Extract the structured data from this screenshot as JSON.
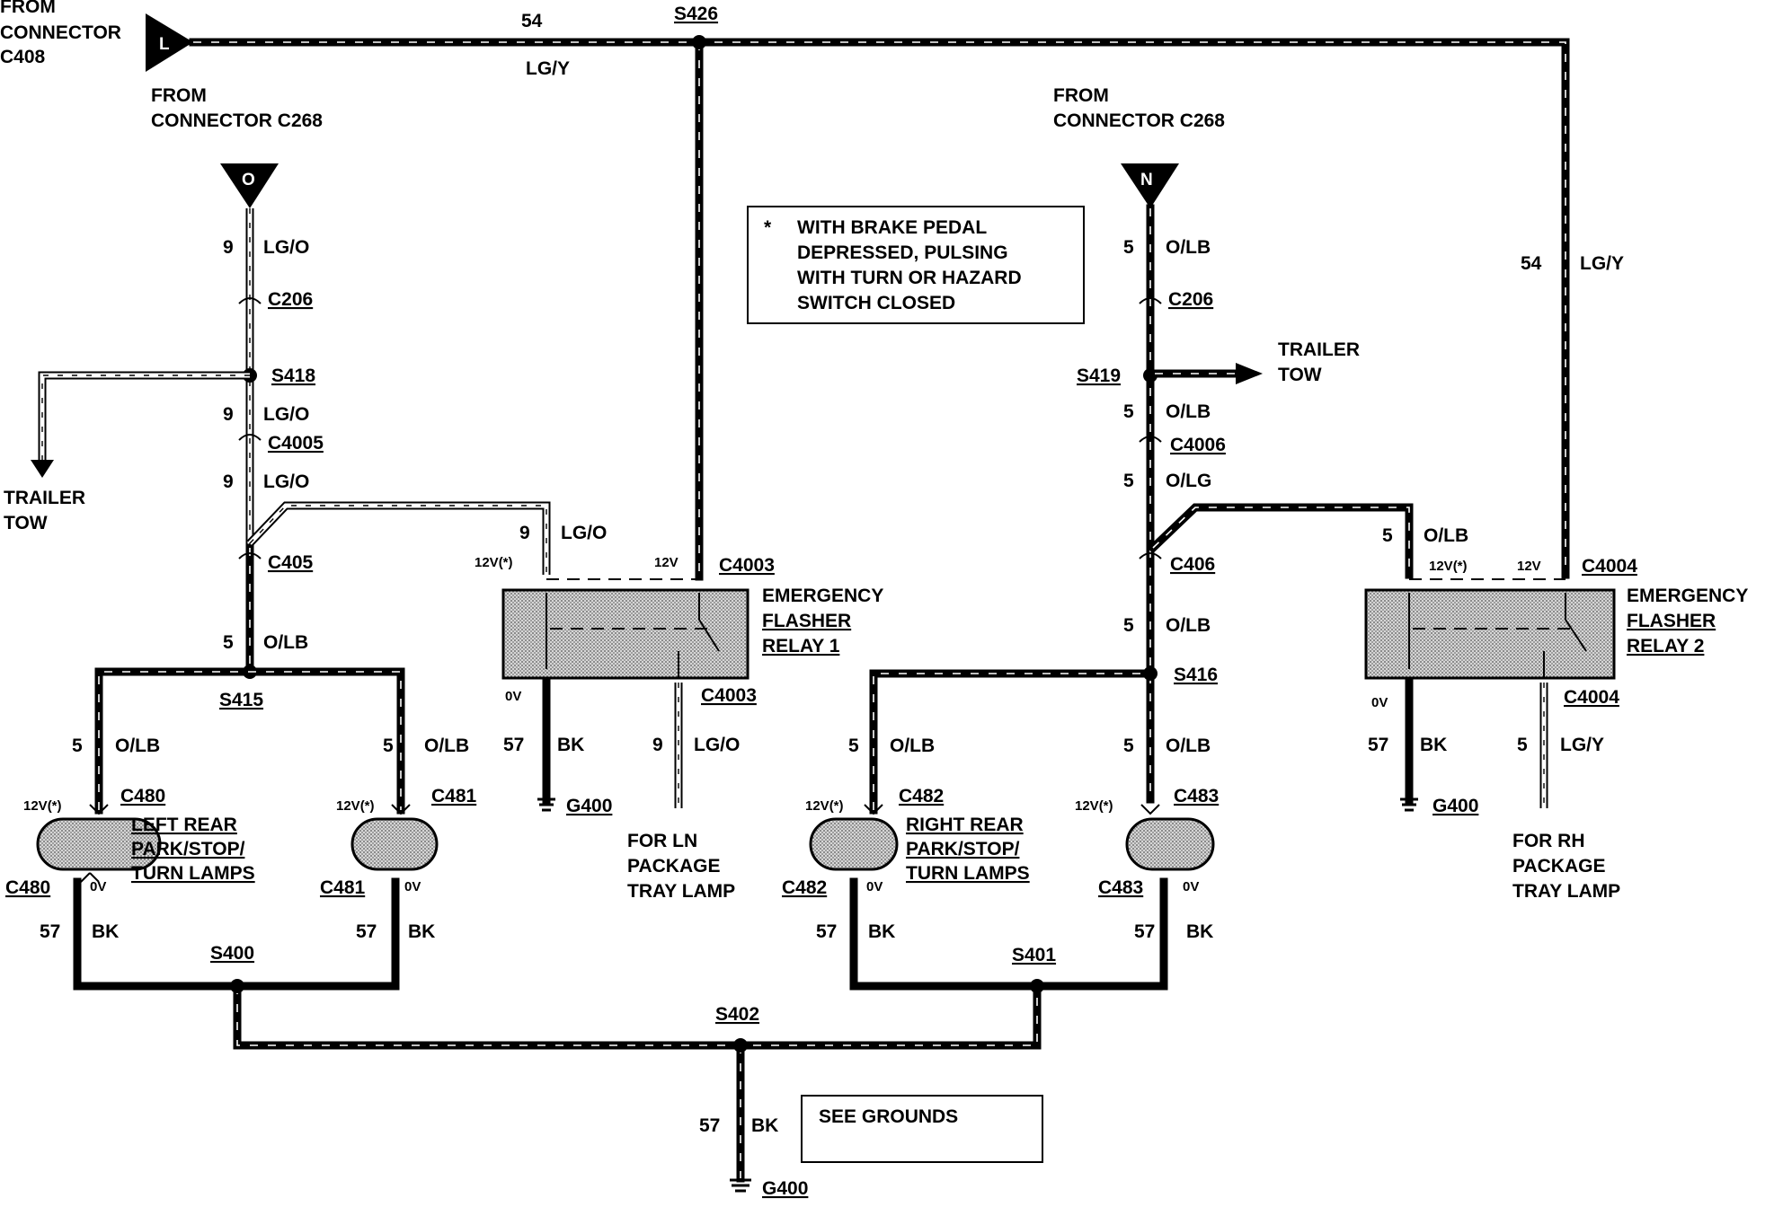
{
  "from_c408": {
    "line1": "FROM",
    "line2": "CONNECTOR",
    "line3": "C408",
    "pin": "L"
  },
  "from_c268_left": {
    "line1": "FROM",
    "line2": "CONNECTOR C268",
    "pin": "O"
  },
  "from_c268_right": {
    "line1": "FROM",
    "line2": "CONNECTOR C268",
    "pin": "N"
  },
  "top_wire": {
    "circuit": "54",
    "color": "LG/Y",
    "splice": "S426"
  },
  "right_feed": {
    "circuit": "54",
    "color": "LG/Y"
  },
  "note": {
    "star": "*",
    "line1": "WITH BRAKE PEDAL",
    "line2": "DEPRESSED, PULSING",
    "line3": "WITH TURN OR HAZARD",
    "line4": "SWITCH CLOSED"
  },
  "left_chain": {
    "c1": "9",
    "col1": "LG/O",
    "conn1": "C206",
    "splice1": "S418",
    "c2": "9",
    "col2": "LG/O",
    "conn2": "C4005",
    "c3": "9",
    "col3": "LG/O",
    "conn3": "C405",
    "c4": "5",
    "col4": "O/LB",
    "splice2": "S415"
  },
  "trailer_left": {
    "line1": "TRAILER",
    "line2": "TOW"
  },
  "trailer_right": {
    "line1": "TRAILER",
    "line2": "TOW"
  },
  "right_chain": {
    "c1": "5",
    "col1": "O/LB",
    "conn1": "C206",
    "splice1": "S419",
    "c2": "5",
    "col2": "O/LB",
    "conn2": "C4006",
    "c3": "5",
    "col3": "O/LG",
    "conn3": "C406",
    "c4": "5",
    "col4": "O/LB",
    "splice2": "S416"
  },
  "relay1": {
    "in_circuit": "9",
    "in_color": "LG/O",
    "v_left": "12V(*)",
    "v_right": "12V",
    "conn_top": "C4003",
    "name1": "EMERGENCY",
    "name2": "FLASHER",
    "name3": "RELAY 1",
    "v_bottom": "0V",
    "conn_bottom": "C4003",
    "gnd_circuit": "57",
    "gnd_color": "BK",
    "ground": "G400",
    "out_circuit": "9",
    "out_color": "LG/O",
    "for1": "FOR LN",
    "for2": "PACKAGE",
    "for3": "TRAY LAMP"
  },
  "relay2": {
    "in_circuit": "5",
    "in_color": "O/LB",
    "v_left": "12V(*)",
    "v_right": "12V",
    "conn_top": "C4004",
    "name1": "EMERGENCY",
    "name2": "FLASHER",
    "name3": "RELAY 2",
    "v_bottom": "0V",
    "conn_bottom": "C4004",
    "gnd_circuit": "57",
    "gnd_color": "BK",
    "ground": "G400",
    "out_circuit": "5",
    "out_color": "LG/Y",
    "for1": "FOR RH",
    "for2": "PACKAGE",
    "for3": "TRAY LAMP"
  },
  "lamps": {
    "lamp480": {
      "conn": "C480",
      "conn_b": "C480",
      "v_top": "12V(*)",
      "v_bottom": "0V",
      "circuit": "5",
      "color": "O/LB"
    },
    "lamp481": {
      "conn": "C481",
      "conn_b": "C481",
      "v_top": "12V(*)",
      "v_bottom": "0V",
      "circuit": "5",
      "color": "O/LB"
    },
    "lamp482": {
      "conn": "C482",
      "conn_b": "C482",
      "v_top": "12V(*)",
      "v_bottom": "0V",
      "circuit": "5",
      "color": "O/LB"
    },
    "lamp483": {
      "conn": "C483",
      "conn_b": "C483",
      "v_top": "12V(*)",
      "v_bottom": "0V",
      "circuit": "5",
      "color": "O/LB"
    },
    "left_name": {
      "line1": "LEFT REAR",
      "line2": "PARK/STOP/",
      "line3": "TURN LAMPS"
    },
    "right_name": {
      "line1": "RIGHT REAR",
      "line2": "PARK/STOP/",
      "line3": "TURN LAMPS"
    }
  },
  "grounds": {
    "gl1_circuit": "57",
    "gl1_color": "BK",
    "gl2_circuit": "57",
    "gl2_color": "BK",
    "gr1_circuit": "57",
    "gr1_color": "BK",
    "gr2_circuit": "57",
    "gr2_color": "BK",
    "splice_left": "S400",
    "splice_right": "S401",
    "splice_main": "S402",
    "main_circuit": "57",
    "main_color": "BK",
    "ground": "G400",
    "see": "SEE GROUNDS"
  }
}
